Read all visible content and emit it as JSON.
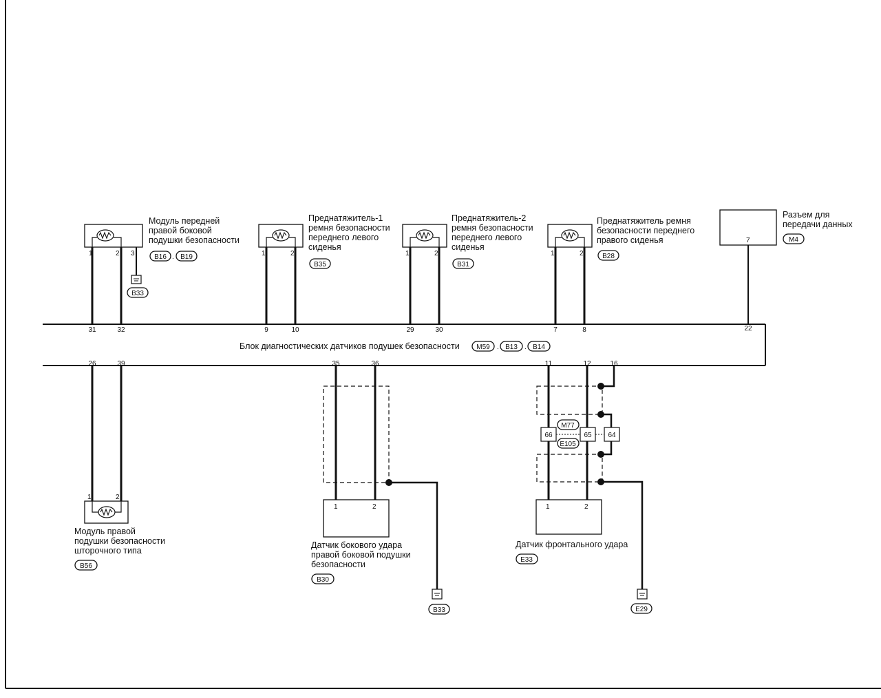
{
  "control_unit": {
    "label": "Блок диагностических датчиков подушек безопасности",
    "connectors": [
      "M59",
      "B13",
      "B14"
    ],
    "top_pins": [
      "31",
      "32",
      "9",
      "10",
      "29",
      "30",
      "7",
      "8",
      "22"
    ],
    "bottom_pins": [
      "26",
      "39",
      "35",
      "36",
      "11",
      "12",
      "16"
    ]
  },
  "components": {
    "front_right_side_airbag": {
      "label_lines": [
        "Модуль передней",
        "правой боковой",
        "подушки безопасности"
      ],
      "connectors": [
        "B16",
        "B19"
      ],
      "pins": [
        "1",
        "2",
        "3"
      ],
      "ground_connector": "B33"
    },
    "pretensioner_1": {
      "label_lines": [
        "Преднатяжитель-1",
        "ремня безопасности",
        "переднего левого",
        "сиденья"
      ],
      "connector": "B35",
      "pins": [
        "1",
        "2"
      ]
    },
    "pretensioner_2": {
      "label_lines": [
        "Преднатяжитель-2",
        "ремня безопасности",
        "переднего левого",
        "сиденья"
      ],
      "connector": "B31",
      "pins": [
        "1",
        "2"
      ]
    },
    "pretensioner_right": {
      "label_lines": [
        "Преднатяжитель ремня",
        "безопасности переднего",
        "правого сиденья"
      ],
      "connector": "B28",
      "pins": [
        "1",
        "2"
      ]
    },
    "data_link_connector": {
      "label_lines": [
        "Разъем для",
        "передачи данных"
      ],
      "connector": "M4",
      "pin": "7"
    },
    "curtain_airbag": {
      "label_lines": [
        "Модуль правой",
        "подушки безопасности",
        "шторочного типа"
      ],
      "connector": "B56",
      "pins": [
        "1",
        "2"
      ]
    },
    "side_impact_sensor": {
      "label_lines": [
        "Датчик бокового удара",
        "правой боковой подушки",
        "безопасности"
      ],
      "connector": "B30",
      "pins": [
        "1",
        "2"
      ],
      "ground_connector": "B33"
    },
    "front_impact_sensor": {
      "label_lines": [
        "Датчик фронтального удара"
      ],
      "connector": "E33",
      "pins": [
        "1",
        "2"
      ],
      "ground_connector": "E29"
    },
    "joint_connector": {
      "connectors": [
        "M77",
        "E105"
      ],
      "pins": [
        "66",
        "65",
        "64"
      ]
    }
  }
}
